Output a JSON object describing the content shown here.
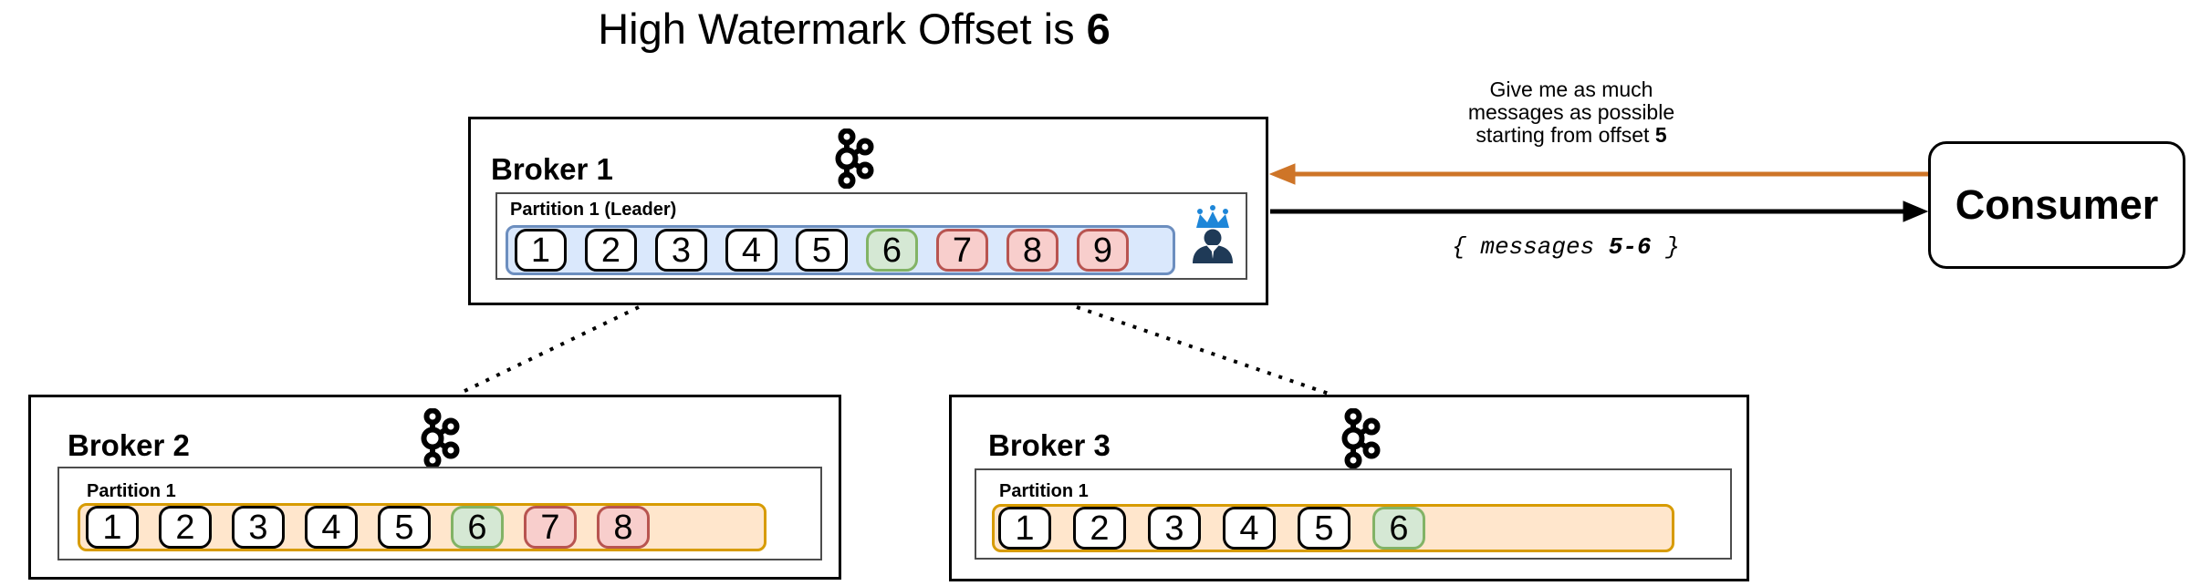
{
  "title": {
    "text": "High Watermark Offset is",
    "highlight": "6"
  },
  "brokers": [
    {
      "name": "Broker 1",
      "partition_label": "Partition 1 (Leader)",
      "is_leader": true,
      "cells": [
        {
          "label": "1",
          "state": "default"
        },
        {
          "label": "2",
          "state": "default"
        },
        {
          "label": "3",
          "state": "default"
        },
        {
          "label": "4",
          "state": "default"
        },
        {
          "label": "5",
          "state": "default"
        },
        {
          "label": "6",
          "state": "high-watermark"
        },
        {
          "label": "7",
          "state": "unreplicated"
        },
        {
          "label": "8",
          "state": "unreplicated"
        },
        {
          "label": "9",
          "state": "unreplicated"
        }
      ]
    },
    {
      "name": "Broker 2",
      "partition_label": "Partition 1",
      "is_leader": false,
      "cells": [
        {
          "label": "1",
          "state": "default"
        },
        {
          "label": "2",
          "state": "default"
        },
        {
          "label": "3",
          "state": "default"
        },
        {
          "label": "4",
          "state": "default"
        },
        {
          "label": "5",
          "state": "default"
        },
        {
          "label": "6",
          "state": "high-watermark"
        },
        {
          "label": "7",
          "state": "unreplicated"
        },
        {
          "label": "8",
          "state": "unreplicated"
        }
      ]
    },
    {
      "name": "Broker 3",
      "partition_label": "Partition 1",
      "is_leader": false,
      "cells": [
        {
          "label": "1",
          "state": "default"
        },
        {
          "label": "2",
          "state": "default"
        },
        {
          "label": "3",
          "state": "default"
        },
        {
          "label": "4",
          "state": "default"
        },
        {
          "label": "5",
          "state": "default"
        },
        {
          "label": "6",
          "state": "high-watermark"
        }
      ]
    }
  ],
  "consumer": {
    "label": "Consumer"
  },
  "request_message": {
    "line1": "Give me as much",
    "line2": "messages as possible",
    "line3_prefix": "starting from offset ",
    "line3_highlight": "5"
  },
  "response_message": {
    "prefix": "{ messages ",
    "highlight": "5-6",
    "suffix": " }"
  },
  "colors": {
    "leader_log_fill": "#dae8fc",
    "leader_log_border": "#6c8ebf",
    "replica_log_fill": "#ffe6cc",
    "replica_log_border": "#d79b00",
    "high_watermark_fill": "#d5e8d4",
    "high_watermark_border": "#82b366",
    "unreplicated_fill": "#f8cecc",
    "unreplicated_border": "#b85450",
    "request_arrow": "#ce7528",
    "response_arrow": "#000000",
    "crown": "#1e86d8",
    "person": "#1f3a57"
  }
}
